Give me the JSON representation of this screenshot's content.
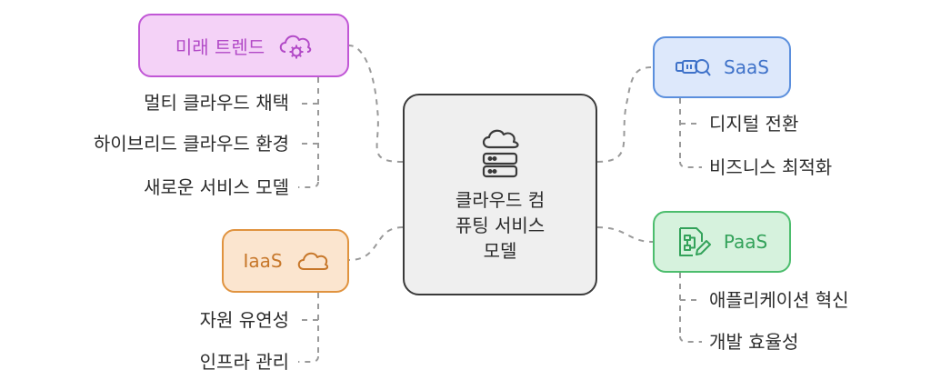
{
  "center": {
    "title_line1": "클라우드 컴",
    "title_line2": "퓨팅 서비스",
    "title_line3": "모델"
  },
  "nodes": {
    "future": {
      "label": "미래 트렌드",
      "icon": "cloud-gear-icon",
      "color": "#c157d6"
    },
    "saas": {
      "label": "SaaS",
      "icon": "telescope-icon",
      "color": "#5b8fdd"
    },
    "iaas": {
      "label": "IaaS",
      "icon": "cloud-icon",
      "color": "#e0933f"
    },
    "paas": {
      "label": "PaaS",
      "icon": "flowchart-edit-icon",
      "color": "#4cbd6d"
    }
  },
  "leaves": {
    "future": [
      "멀티 클라우드 채택",
      "하이브리드 클라우드 환경",
      "새로운 서비스 모델"
    ],
    "saas": [
      "디지털 전환",
      "비즈니스 최적화"
    ],
    "iaas": [
      "자원 유연성",
      "인프라 관리"
    ],
    "paas": [
      "애플리케이션 혁신",
      "개발 효율성"
    ]
  }
}
